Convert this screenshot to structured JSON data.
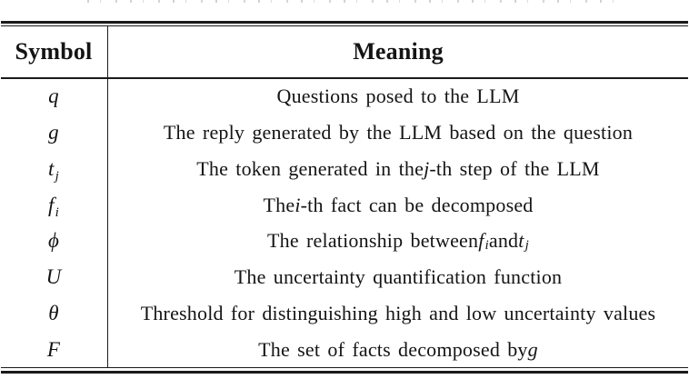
{
  "colors": {
    "background": "#ffffff",
    "text": "#141414",
    "rule": "#1a1a1a"
  },
  "table": {
    "header": {
      "symbol": "Symbol",
      "meaning": "Meaning"
    },
    "rows": [
      {
        "symbol": {
          "base": "q"
        },
        "meaning": [
          {
            "text": "Questions posed to the LLM"
          }
        ]
      },
      {
        "symbol": {
          "base": "g"
        },
        "meaning": [
          {
            "text": "The reply generated by the LLM based on the question"
          }
        ]
      },
      {
        "symbol": {
          "base": "t",
          "sub": "j"
        },
        "meaning": [
          {
            "text": "The token generated in the "
          },
          {
            "math": "j"
          },
          {
            "text": "-th step of the LLM"
          }
        ]
      },
      {
        "symbol": {
          "base": "f",
          "sub": "i"
        },
        "meaning": [
          {
            "text": "The "
          },
          {
            "math": "i"
          },
          {
            "text": "-th fact can be decomposed"
          }
        ]
      },
      {
        "symbol": {
          "base": "ϕ"
        },
        "meaning": [
          {
            "text": "The relationship between "
          },
          {
            "math": "f",
            "sub": "i"
          },
          {
            "text": " and "
          },
          {
            "math": "t",
            "sub": "j"
          }
        ]
      },
      {
        "symbol": {
          "base": "U"
        },
        "meaning": [
          {
            "text": "The uncertainty quantification function"
          }
        ]
      },
      {
        "symbol": {
          "base": "θ"
        },
        "meaning": [
          {
            "text": "Threshold for distinguishing high and low uncertainty values"
          }
        ]
      },
      {
        "symbol": {
          "base": "F"
        },
        "meaning": [
          {
            "text": "The set of facts decomposed by "
          },
          {
            "math": "g"
          }
        ]
      }
    ]
  }
}
